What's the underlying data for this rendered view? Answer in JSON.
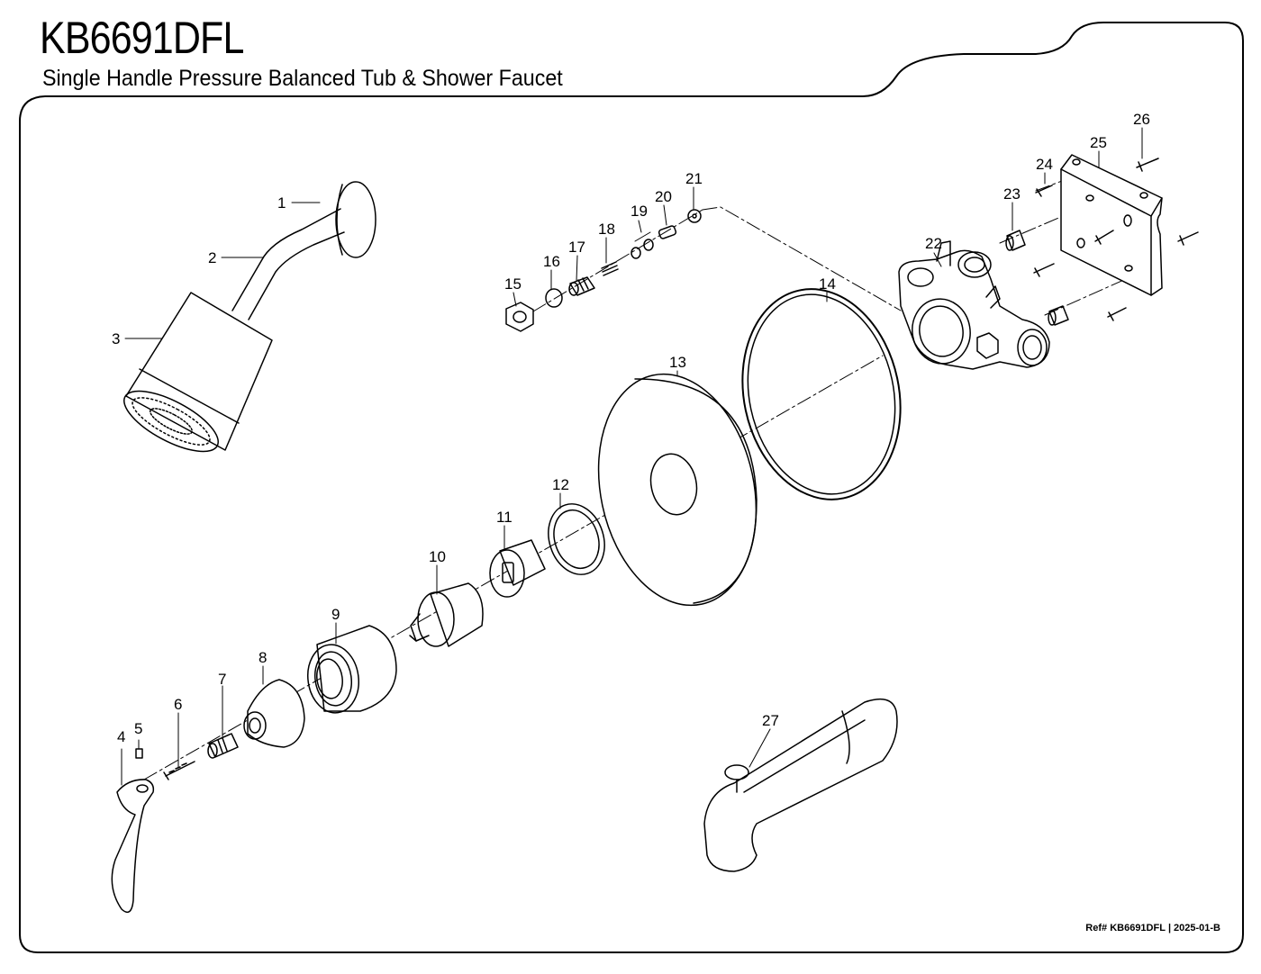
{
  "header": {
    "model": "KB6691DFL",
    "subtitle": "Single Handle Pressure Balanced Tub & Shower Faucet"
  },
  "footer": {
    "ref_label": "Ref# KB6691DFL",
    "date_code": "2025-01-B",
    "separator": "|"
  },
  "callouts": [
    "1",
    "2",
    "3",
    "4",
    "5",
    "6",
    "7",
    "8",
    "9",
    "10",
    "11",
    "12",
    "13",
    "14",
    "15",
    "16",
    "17",
    "18",
    "19",
    "20",
    "21",
    "22",
    "23",
    "24",
    "25",
    "26",
    "27"
  ]
}
